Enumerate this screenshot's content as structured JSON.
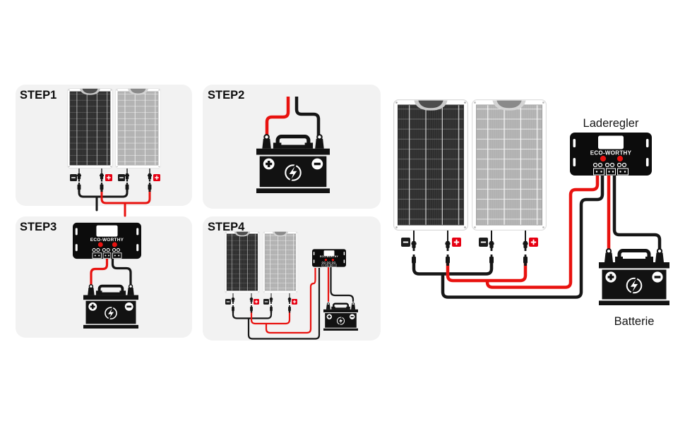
{
  "steps": [
    {
      "label": "STEP1"
    },
    {
      "label": "STEP2"
    },
    {
      "label": "STEP3"
    },
    {
      "label": "STEP4"
    }
  ],
  "right_diagram": {
    "controller_label": "Laderegler",
    "battery_label": "Batterie"
  },
  "controller": {
    "brand": "ECO-WORTHY"
  },
  "polarity": {
    "plus": "+",
    "minus": "−"
  },
  "colors": {
    "wire_red": "#e8120f",
    "wire_black": "#161616",
    "badge_red": "#e60012",
    "badge_black": "#1c1c1c",
    "card_bg": "#f2f2f2",
    "led_red": "#e8120f",
    "panel_dark_cell": "#2d2d2d",
    "panel_light_cell": "#b6b6b6"
  }
}
